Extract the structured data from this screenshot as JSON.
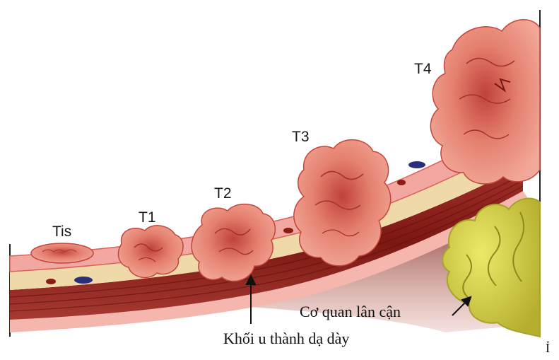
{
  "stages": [
    {
      "id": "tis",
      "label": "Tis"
    },
    {
      "id": "t1",
      "label": "T1"
    },
    {
      "id": "t2",
      "label": "T2"
    },
    {
      "id": "t3",
      "label": "T3"
    },
    {
      "id": "t4",
      "label": "T4"
    }
  ],
  "annotations": {
    "neighbor_organ": "Cơ quan lân cận",
    "wall_tumor": "Khối u thành dạ dày"
  },
  "corner_mark": "Ỉ",
  "colors": {
    "mucosa": "#f2a7a0",
    "mucosa_edge": "#d9625a",
    "submucosa": "#f0d9a8",
    "muscle": "#8b1f1a",
    "muscle_light": "#b8453c",
    "tumor": "#e5806f",
    "tumor_dark": "#c2463c",
    "organ": "#d9d455",
    "organ_dark": "#a8a32a",
    "shadow": "#6e1412"
  }
}
